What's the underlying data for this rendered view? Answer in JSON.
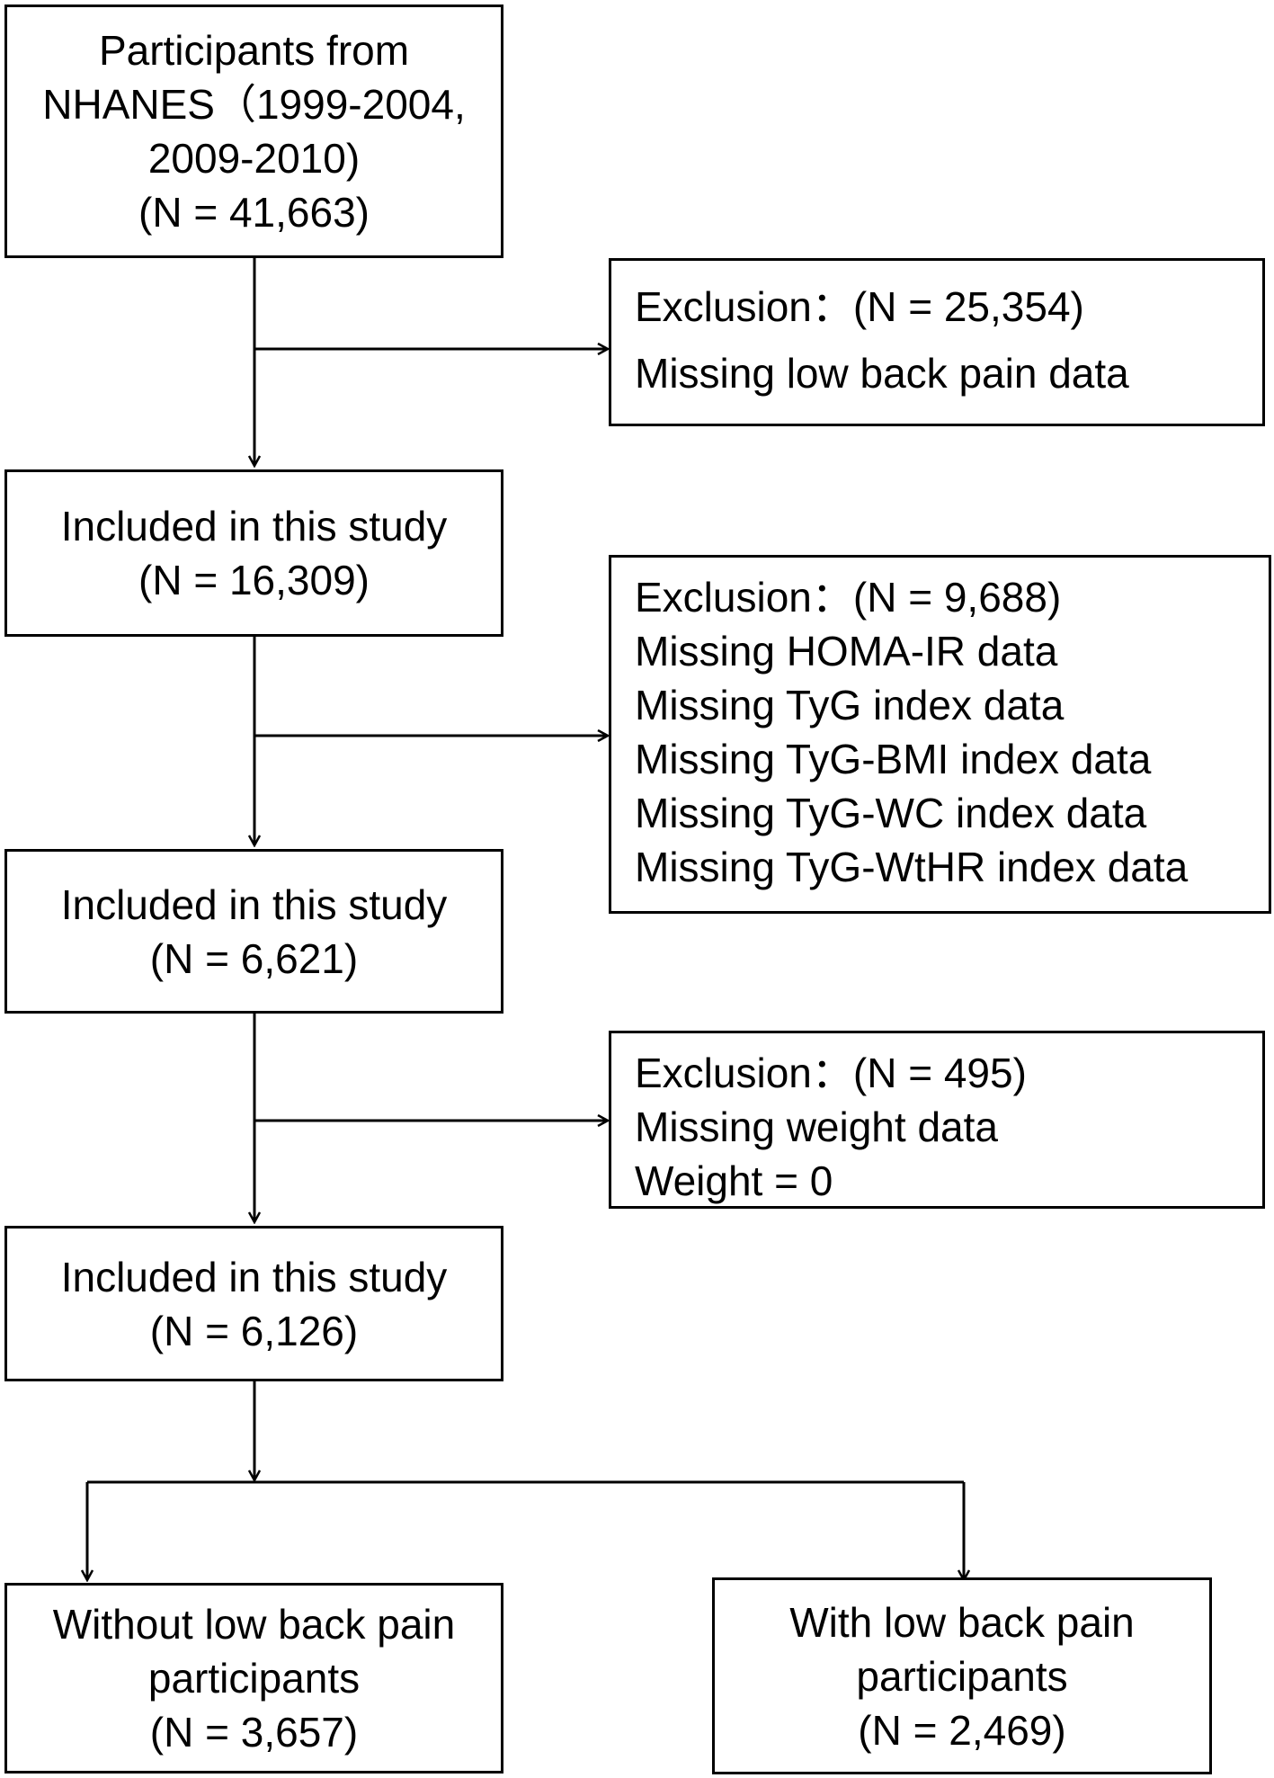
{
  "boxes": {
    "start": {
      "lines": [
        "Participants from",
        "NHANES（1999-2004,",
        "2009-2010)",
        "(N = 41,663)"
      ]
    },
    "exclusion1": {
      "lines": [
        "Exclusion：(N = 25,354)",
        "Missing low back pain data"
      ]
    },
    "included1": {
      "lines": [
        "Included in this study",
        "(N = 16,309)"
      ]
    },
    "exclusion2": {
      "lines": [
        "Exclusion：(N = 9,688)",
        "Missing HOMA-IR data",
        "Missing TyG index data",
        "Missing TyG-BMI index data",
        "Missing TyG-WC index data",
        "Missing TyG-WtHR index data"
      ]
    },
    "included2": {
      "lines": [
        "Included in this study",
        "(N = 6,621)"
      ]
    },
    "exclusion3": {
      "lines": [
        "Exclusion：(N = 495)",
        "Missing weight data",
        "Weight = 0"
      ]
    },
    "included3": {
      "lines": [
        "Included in this study",
        "(N = 6,126)"
      ]
    },
    "without_lbp": {
      "lines": [
        "Without low back pain",
        "participants",
        "(N = 3,657)"
      ]
    },
    "with_lbp": {
      "lines": [
        "With low back pain",
        "participants",
        "(N = 2,469)"
      ]
    }
  }
}
